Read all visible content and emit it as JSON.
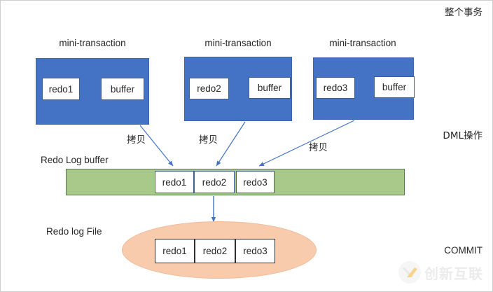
{
  "diagram": {
    "title_right_top": "整个事务",
    "title_right_mid": "DML操作",
    "title_right_bottom": "COMMIT",
    "redo_log_buffer_label": "Redo Log buffer",
    "redo_log_file_label": "Redo log File",
    "copy_label": "拷贝",
    "mini_transactions": [
      {
        "title": "mini-transaction",
        "source": "redo1",
        "target": "buffer"
      },
      {
        "title": "mini-transaction",
        "source": "redo2",
        "target": "buffer"
      },
      {
        "title": "mini-transaction",
        "source": "redo3",
        "target": "buffer"
      }
    ],
    "copy_labels": [
      "拷贝",
      "拷贝",
      "拷贝"
    ],
    "buffer_entries": [
      "redo1",
      "redo2",
      "redo3"
    ],
    "file_entries": [
      "redo1",
      "redo2",
      "redo3"
    ],
    "colors": {
      "mini_transaction_fill": "#4472C4",
      "redo_buffer_fill": "#A9C98A",
      "redo_file_fill": "#F8CBAD",
      "inner_arrow": "#C00000",
      "flow_arrow": "#4472C4",
      "text": "#262626"
    },
    "watermark": {
      "text": "创新互联",
      "icon": "circle-x-logo-icon"
    }
  }
}
